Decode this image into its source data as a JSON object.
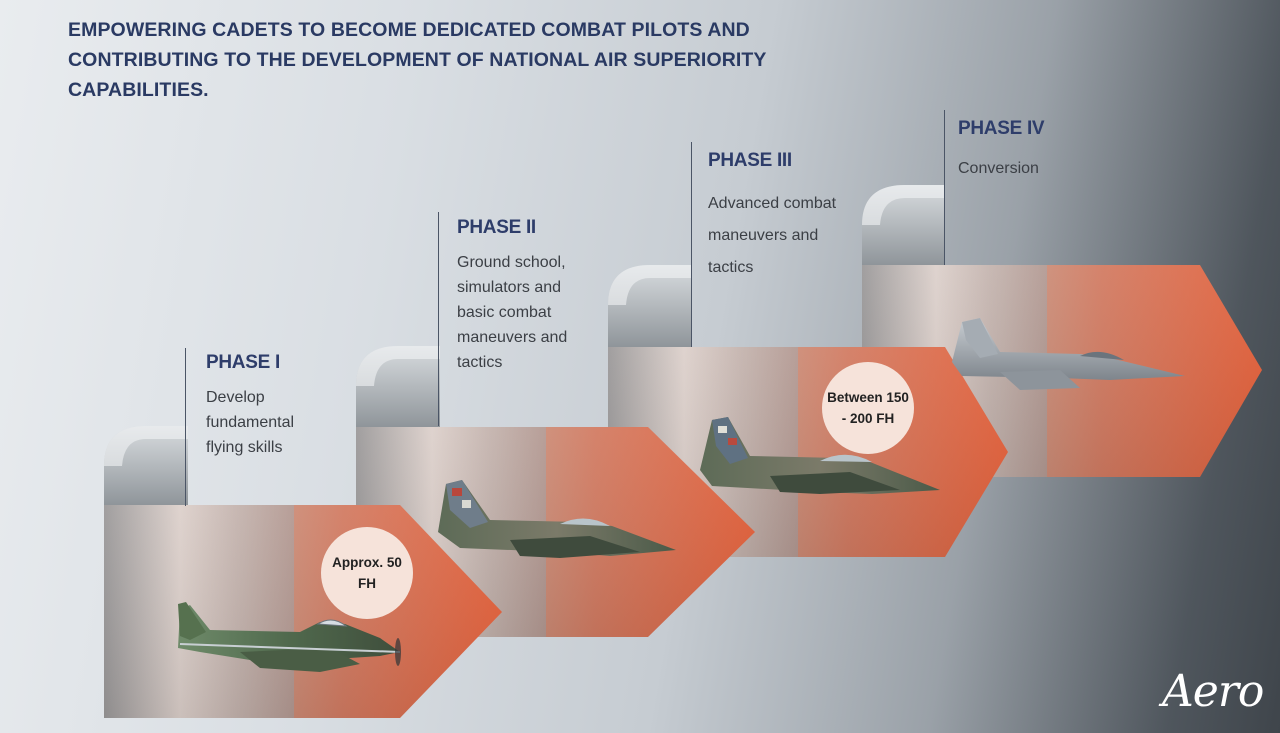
{
  "headline": "EMPOWERING CADETS TO BECOME DEDICATED COMBAT PILOTS AND CONTRIBUTING TO THE DEVELOPMENT OF NATIONAL AIR SUPERIORITY CAPABILITIES.",
  "phases": [
    {
      "title": "PHASE I",
      "description": "Develop fundamental flying skills",
      "badge": "Approx. 50 FH",
      "aircraft": "turboprop-trainer-icon"
    },
    {
      "title": "PHASE II",
      "description": "Ground school, simulators and basic combat maneuvers and tactics",
      "badge": "",
      "aircraft": "jet-trainer-icon"
    },
    {
      "title": "PHASE III",
      "description": "Advanced combat maneuvers and tactics",
      "badge": "Between 150 - 200 FH",
      "aircraft": "advanced-jet-trainer-icon"
    },
    {
      "title": "PHASE IV",
      "description": "Conversion",
      "badge": "",
      "aircraft": "fighter-jet-icon"
    }
  ],
  "logo": "Aero",
  "colors": {
    "headline": "#2a3a63",
    "arrow_start": "#b7aaa4",
    "arrow_end": "#e2603c",
    "badge": "#f6e3da"
  }
}
